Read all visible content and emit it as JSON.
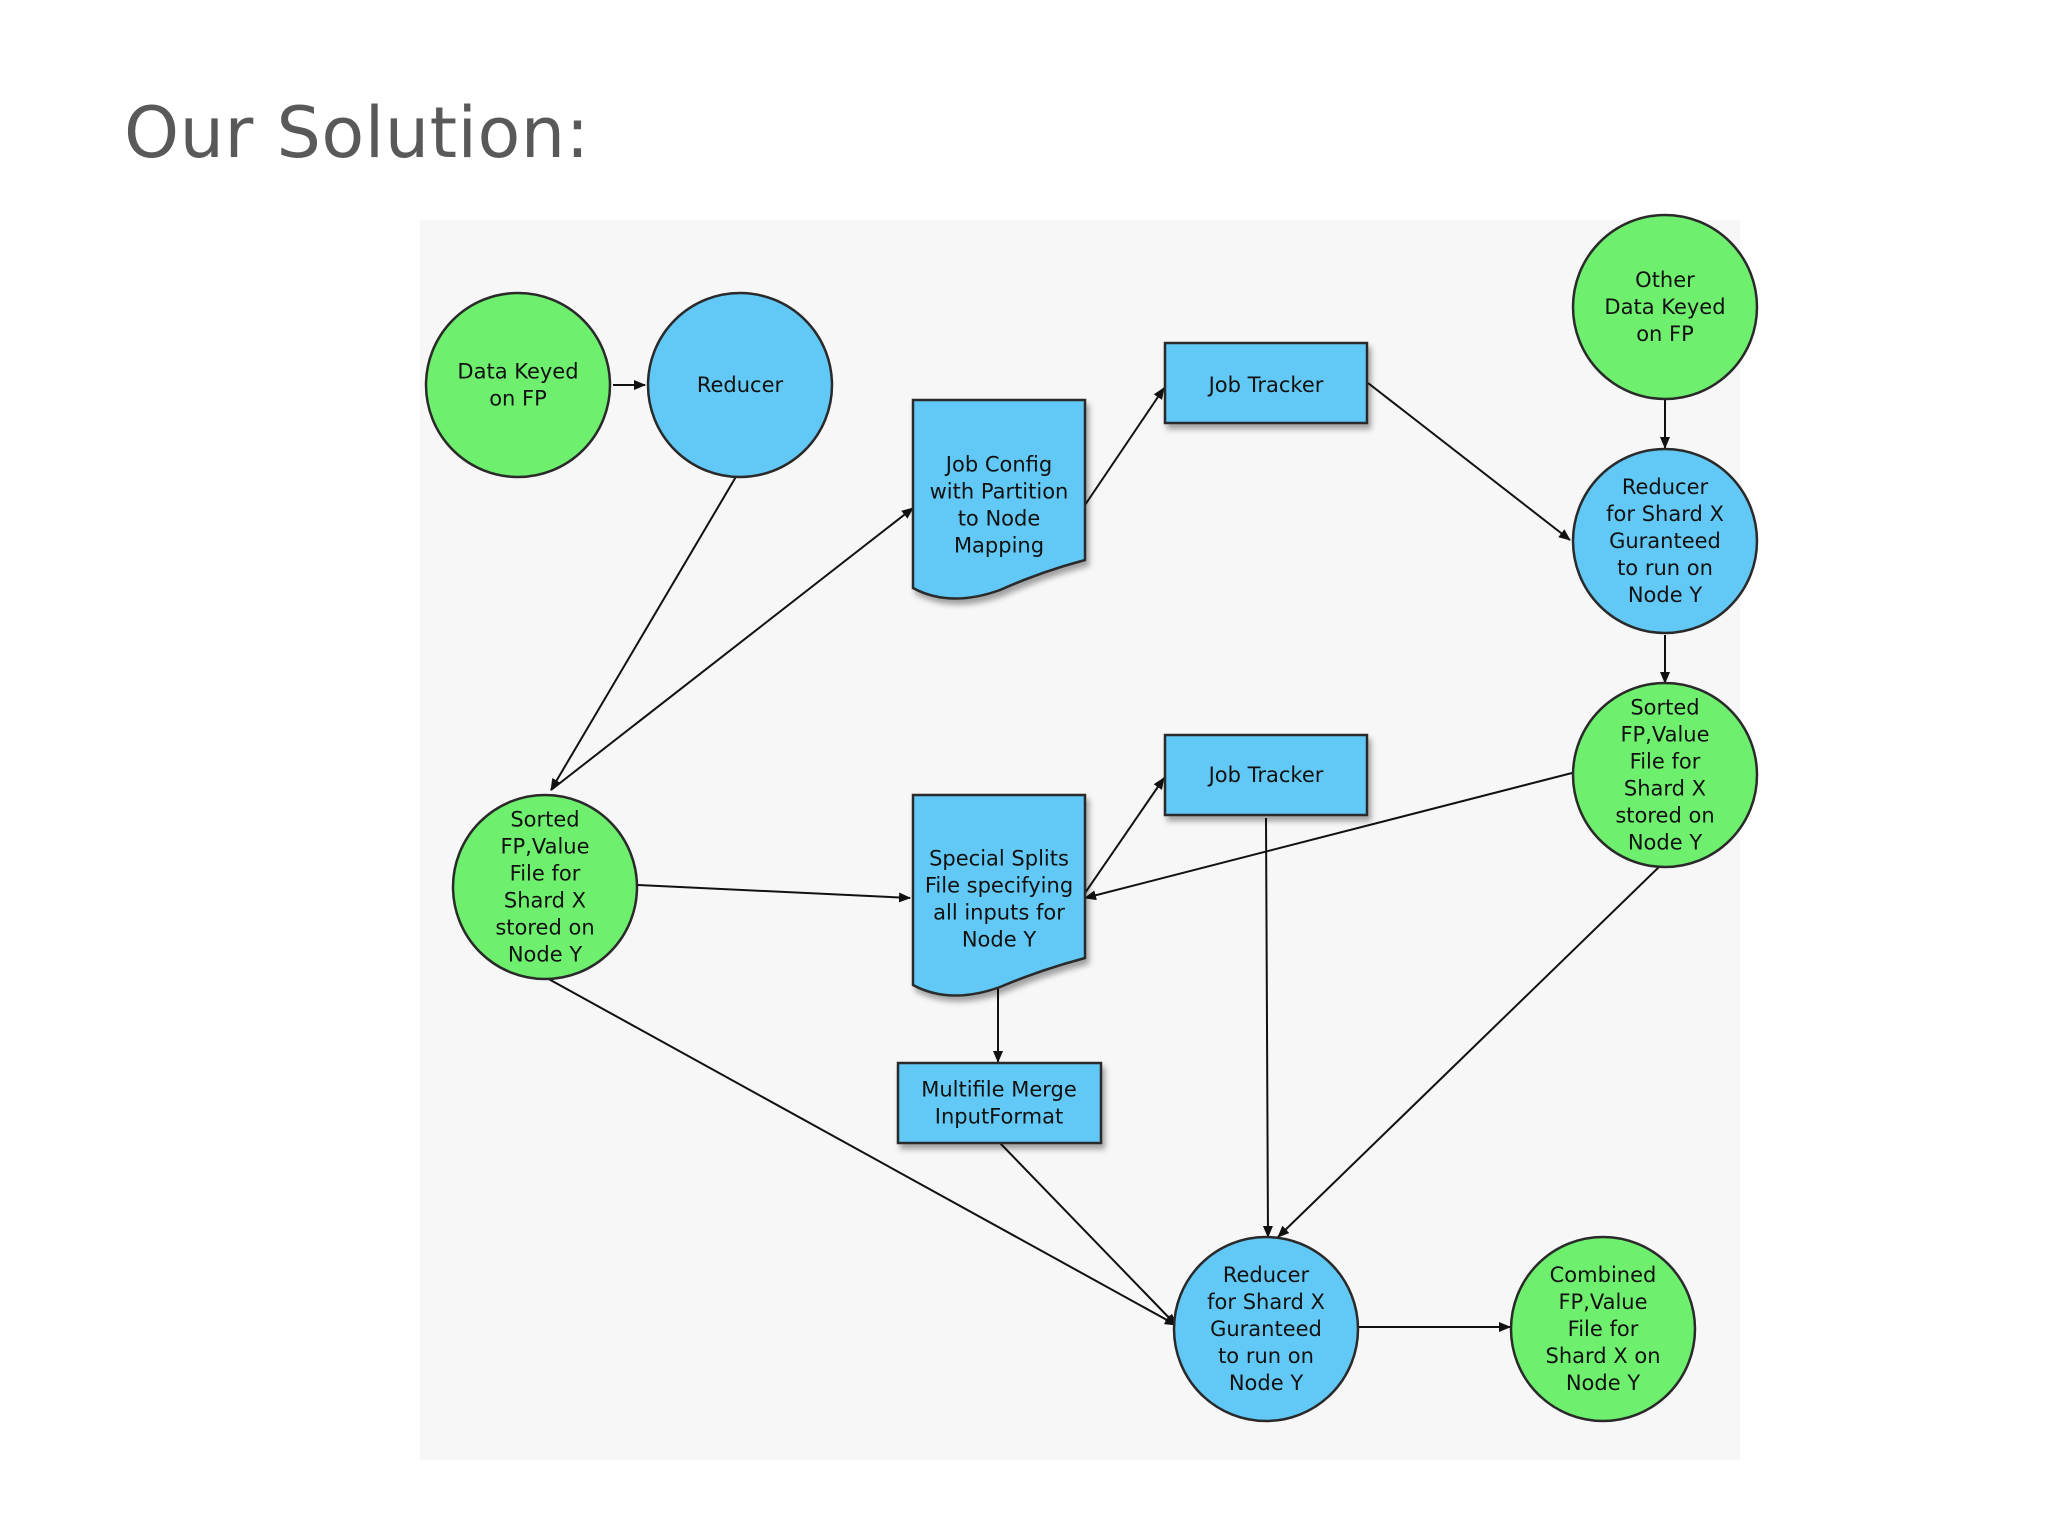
{
  "title": "Our Solution:",
  "colors": {
    "green": "#6ef06e",
    "blue": "#62c8f5",
    "stroke": "#2a2a2a"
  },
  "nodes": {
    "data_keyed": {
      "lines": [
        "Data Keyed",
        "on FP"
      ]
    },
    "reducer": {
      "lines": [
        "Reducer"
      ]
    },
    "job_config": {
      "lines": [
        "Job Config",
        "with Partition",
        "to Node",
        "Mapping"
      ]
    },
    "job_tracker_top": {
      "lines": [
        "Job Tracker"
      ]
    },
    "other_data": {
      "lines": [
        "Other",
        "Data Keyed",
        "on FP"
      ]
    },
    "reducer_shard_top": {
      "lines": [
        "Reducer",
        "for Shard X",
        "Guranteed",
        "to run on",
        "Node Y"
      ]
    },
    "sorted_right": {
      "lines": [
        "Sorted",
        "FP,Value",
        "File for",
        "Shard X",
        "stored on",
        "Node Y"
      ]
    },
    "job_tracker_mid": {
      "lines": [
        "Job Tracker"
      ]
    },
    "sorted_left": {
      "lines": [
        "Sorted",
        "FP,Value",
        "File for",
        "Shard X",
        "stored on",
        "Node Y"
      ]
    },
    "special_splits": {
      "lines": [
        "Special Splits",
        "File specifying",
        "all inputs for",
        "Node Y"
      ]
    },
    "multifile": {
      "lines": [
        "Multifile Merge",
        "InputFormat"
      ]
    },
    "reducer_shard_bottom": {
      "lines": [
        "Reducer",
        "for Shard X",
        "Guranteed",
        "to run on",
        "Node Y"
      ]
    },
    "combined": {
      "lines": [
        "Combined",
        "FP,Value",
        "File for",
        "Shard X on",
        "Node Y"
      ]
    }
  }
}
